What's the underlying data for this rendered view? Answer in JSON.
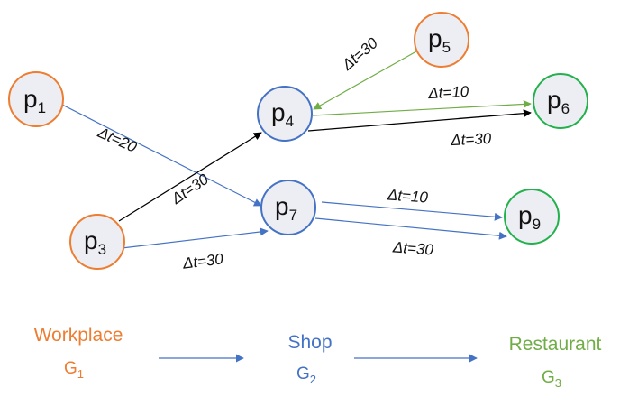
{
  "colors": {
    "orange": "#ED7D31",
    "blue": "#4472C4",
    "green": "#70AD47",
    "black": "#000000",
    "node_fill": "#EDEDF4"
  },
  "nodes": {
    "p1": {
      "base": "p",
      "sub": "1"
    },
    "p3": {
      "base": "p",
      "sub": "3"
    },
    "p4": {
      "base": "p",
      "sub": "4"
    },
    "p5": {
      "base": "p",
      "sub": "5"
    },
    "p6": {
      "base": "p",
      "sub": "6"
    },
    "p7": {
      "base": "p",
      "sub": "7"
    },
    "p9": {
      "base": "p",
      "sub": "9"
    }
  },
  "edges": {
    "p1_p7": "Δt=20",
    "p3_p4": "Δt=30",
    "p3_p7": "Δt=30",
    "p5_p4": "Δt=30",
    "p4_p6_green": "Δt=10",
    "p4_p6_black": "Δt=30",
    "p7_p9_top": "Δt=10",
    "p7_p9_bottom": "Δt=30"
  },
  "legend": {
    "workplace": {
      "name": "Workplace",
      "group": "G",
      "sub": "1"
    },
    "shop": {
      "name": "Shop",
      "group": "G",
      "sub": "2"
    },
    "restaurant": {
      "name": "Restaurant",
      "group": "G",
      "sub": "3"
    }
  }
}
